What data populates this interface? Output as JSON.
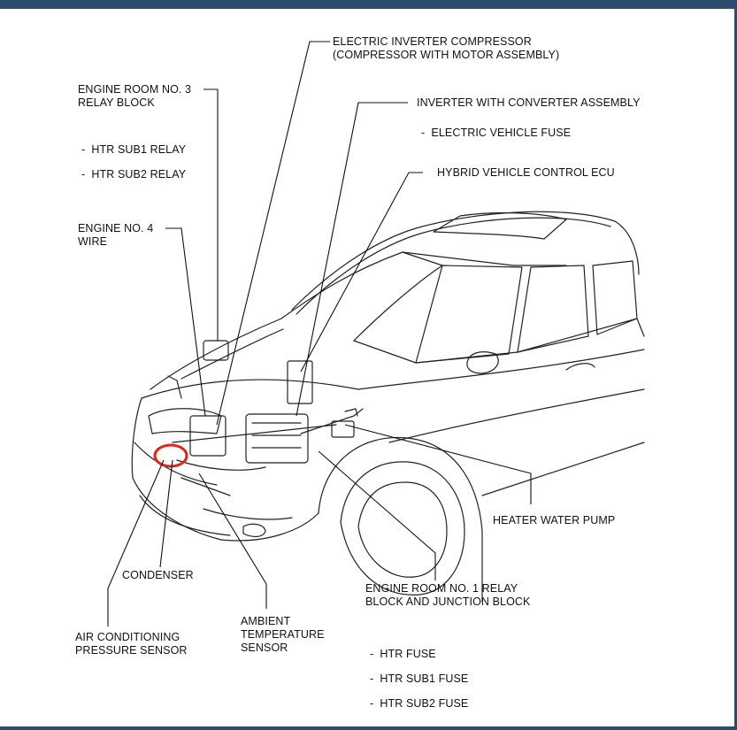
{
  "frame": {
    "bar_color": "#2b4d6d"
  },
  "labels": {
    "electric_inverter_compressor": "ELECTRIC INVERTER COMPRESSOR\n(COMPRESSOR WITH MOTOR ASSEMBLY)",
    "engine_room_no3": "ENGINE ROOM NO. 3\nRELAY BLOCK",
    "htr_sub1_relay": "-  HTR SUB1 RELAY",
    "htr_sub2_relay": "-  HTR SUB2 RELAY",
    "inverter_with_converter": "INVERTER WITH CONVERTER ASSEMBLY",
    "electric_vehicle_fuse": "-  ELECTRIC VEHICLE FUSE",
    "hybrid_vehicle_ecu": "HYBRID VEHICLE CONTROL ECU",
    "engine_no4_wire": "ENGINE NO. 4\nWIRE",
    "heater_water_pump": "HEATER WATER PUMP",
    "condenser": "CONDENSER",
    "engine_room_no1": "ENGINE ROOM NO. 1 RELAY\nBLOCK AND JUNCTION BLOCK",
    "ambient_temp_sensor": "AMBIENT\nTEMPERATURE\nSENSOR",
    "ac_pressure_sensor": "AIR CONDITIONING\nPRESSURE SENSOR",
    "htr_fuse": "-  HTR FUSE",
    "htr_sub1_fuse": "-  HTR SUB1 FUSE",
    "htr_sub2_fuse": "-  HTR SUB2 FUSE"
  },
  "highlight_color": "#e0251b"
}
